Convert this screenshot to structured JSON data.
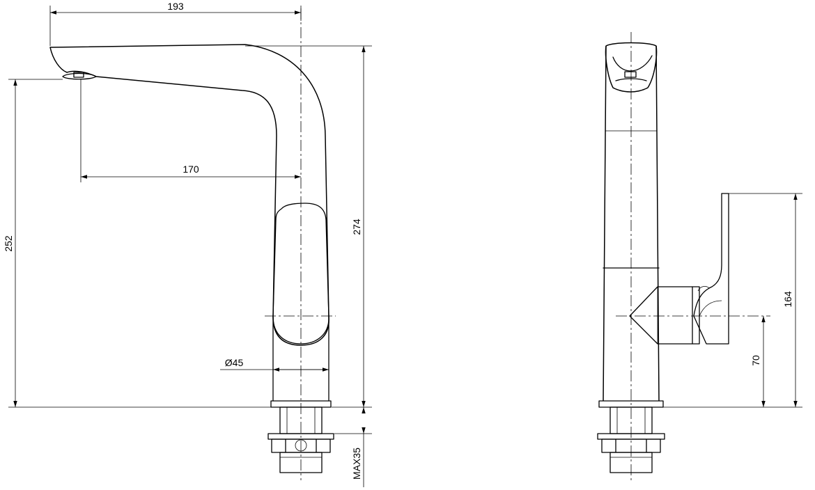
{
  "dimensions": {
    "spout_reach_total": "193",
    "spout_reach_aerator": "170",
    "aerator_height": "252",
    "total_height": "274",
    "body_diameter": "Ø45",
    "mount_max_thickness": "MAX35",
    "handle_height": "164",
    "lever_axis_height": "70"
  },
  "colors": {
    "line": "#000000",
    "background": "#ffffff"
  }
}
